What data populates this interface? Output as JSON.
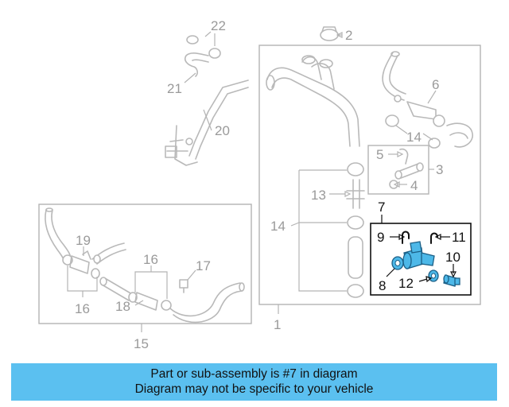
{
  "callouts": {
    "c1": "1",
    "c2": "2",
    "c3": "3",
    "c4": "4",
    "c5": "5",
    "c6": "6",
    "c7": "7",
    "c8": "8",
    "c9": "9",
    "c10": "10",
    "c11": "11",
    "c12": "12",
    "c13": "13",
    "c14a": "14",
    "c14b": "14",
    "c15": "15",
    "c16a": "16",
    "c16b": "16",
    "c17": "17",
    "c18": "18",
    "c19": "19",
    "c20": "20",
    "c21": "21",
    "c22": "22"
  },
  "highlighted_assembly": "7",
  "colors": {
    "highlight": "#4db8e8",
    "banner": "#5bc0f0",
    "ghost": "#b9b9b9"
  },
  "banner": {
    "line1": "Part or sub-assembly is #7 in diagram",
    "line2": "Diagram may not be specific to your vehicle"
  }
}
